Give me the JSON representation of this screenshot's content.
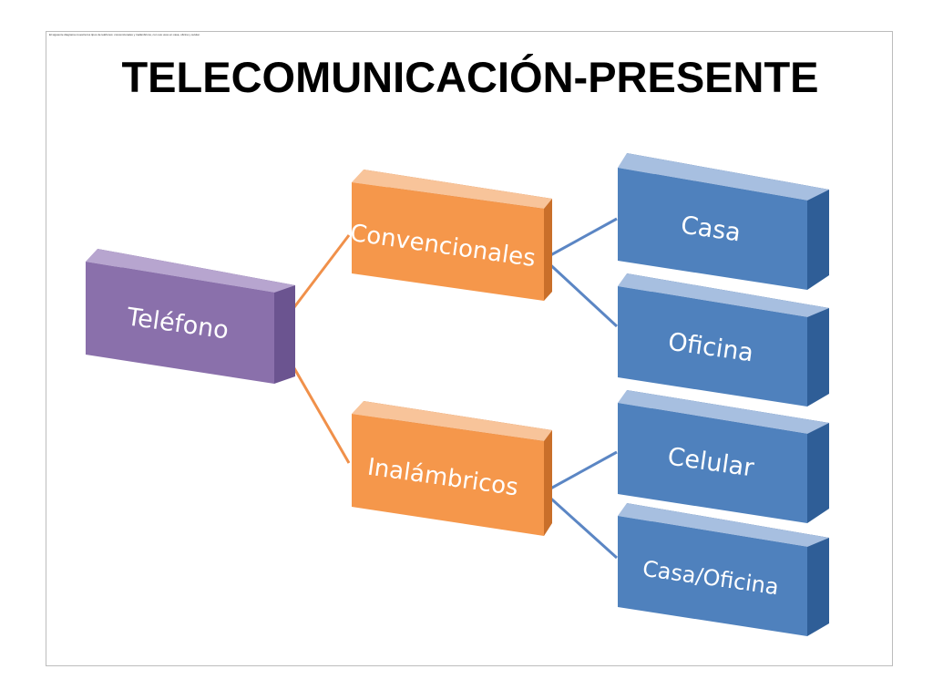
{
  "slide": {
    "header_note": "El siguiente diagrama muestra los tipos de teléfonos: convencionales y inalámbricos, con sus usos en casa, oficina y celular.",
    "title": "TELECOMUNICACIÓN-PRESENTE"
  },
  "diagram": {
    "colors": {
      "root": "#8a70ab",
      "level1": "#f5974b",
      "level2": "#4f81bd",
      "connector_root": "#f0904a",
      "connector_level1": "#5b86c4"
    },
    "root": {
      "label": "Teléfono"
    },
    "level1": [
      {
        "label": "Convencionales"
      },
      {
        "label": "Inalámbricos"
      }
    ],
    "level2": [
      {
        "label": "Casa",
        "parent": "Convencionales"
      },
      {
        "label": "Oficina",
        "parent": "Convencionales"
      },
      {
        "label": "Celular",
        "parent": "Inalámbricos"
      },
      {
        "label": "Casa/Oficina",
        "parent": "Inalámbricos"
      }
    ]
  }
}
